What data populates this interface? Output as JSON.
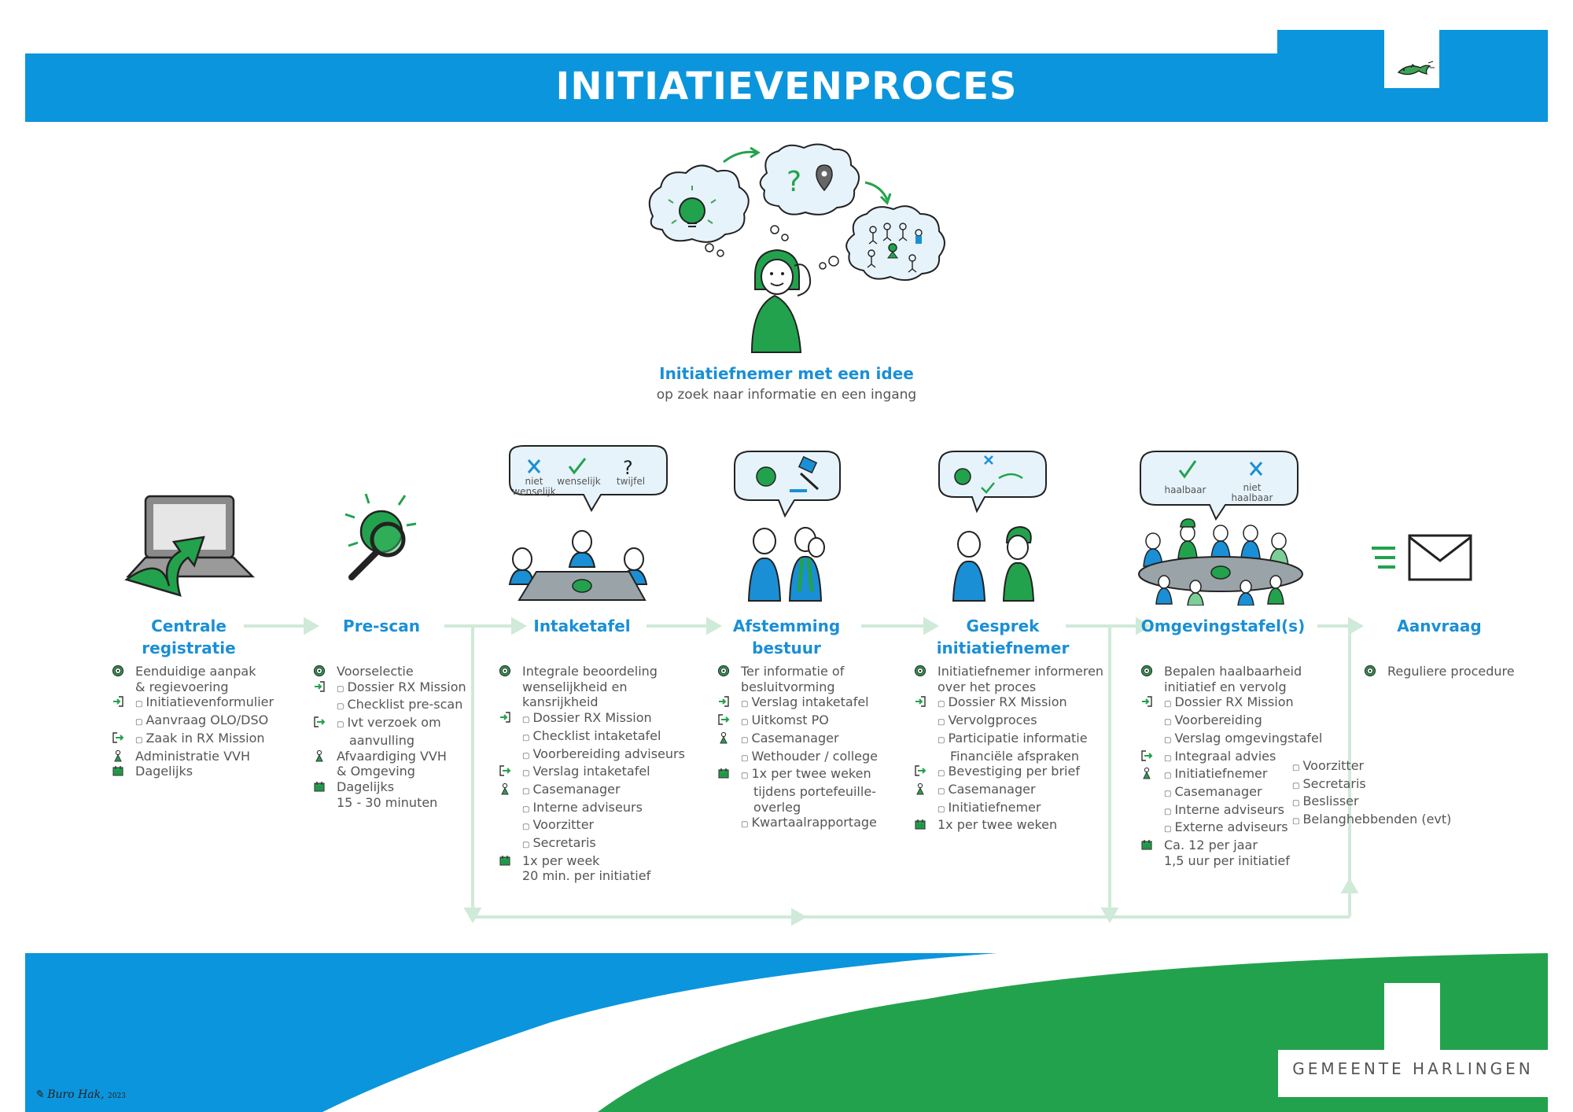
{
  "header": {
    "title": "INITIATIEVENPROCES"
  },
  "intro": {
    "title": "Initiatiefnemer met een idee",
    "subtitle": "op zoek naar informatie en een ingang"
  },
  "bubbles": {
    "intaketafel": {
      "a": "niet wenselijk",
      "b": "wenselijk",
      "c": "twijfel"
    },
    "omgevingstafel": {
      "a": "haalbaar",
      "b": "niet haalbaar"
    }
  },
  "steps": [
    {
      "title_lines": [
        "Centrale",
        "registratie"
      ],
      "lines": [
        {
          "icon": "target-icon",
          "text": "Eenduidige aanpak"
        },
        {
          "icon": "",
          "text": "& regievoering"
        },
        {
          "icon": "input-icon",
          "sq": true,
          "text": "Initiatievenformulier"
        },
        {
          "icon": "",
          "sq": true,
          "text": "Aanvraag OLO/DSO"
        },
        {
          "icon": "output-icon",
          "sq": true,
          "text": "Zaak in RX Mission"
        },
        {
          "icon": "person-icon",
          "text": "Administratie VVH"
        },
        {
          "icon": "calendar-icon",
          "text": "Dagelijks"
        }
      ]
    },
    {
      "title_lines": [
        "Pre-scan"
      ],
      "lines": [
        {
          "icon": "target-icon",
          "text": "Voorselectie"
        },
        {
          "icon": "input-icon",
          "sq": true,
          "text": "Dossier RX Mission"
        },
        {
          "icon": "",
          "sq": true,
          "text": "Checklist pre-scan"
        },
        {
          "icon": "output-icon",
          "sq": true,
          "text": "Ivt verzoek om"
        },
        {
          "icon": "",
          "text": "aanvulling",
          "deep": true
        },
        {
          "icon": "person-icon",
          "text": "Afvaardiging VVH"
        },
        {
          "icon": "",
          "text": "& Omgeving"
        },
        {
          "icon": "calendar-icon",
          "text": "Dagelijks"
        },
        {
          "icon": "",
          "text": "15 - 30 minuten"
        }
      ]
    },
    {
      "title_lines": [
        "Intaketafel"
      ],
      "lines": [
        {
          "icon": "target-icon",
          "text": "Integrale beoordeling"
        },
        {
          "icon": "",
          "text": "wenselijkheid en"
        },
        {
          "icon": "",
          "text": "kansrijkheid"
        },
        {
          "icon": "input-icon",
          "sq": true,
          "text": "Dossier RX Mission"
        },
        {
          "icon": "",
          "sq": true,
          "text": "Checklist intaketafel"
        },
        {
          "icon": "",
          "sq": true,
          "text": "Voorbereiding adviseurs"
        },
        {
          "icon": "output-icon",
          "sq": true,
          "text": "Verslag intaketafel"
        },
        {
          "icon": "person-icon",
          "sq": true,
          "text": "Casemanager"
        },
        {
          "icon": "",
          "sq": true,
          "text": "Interne adviseurs"
        },
        {
          "icon": "",
          "sq": true,
          "text": "Voorzitter"
        },
        {
          "icon": "",
          "sq": true,
          "text": "Secretaris"
        },
        {
          "icon": "calendar-icon",
          "text": "1x per week"
        },
        {
          "icon": "",
          "text": "20 min. per initiatief"
        }
      ]
    },
    {
      "title_lines": [
        "Afstemming",
        "bestuur"
      ],
      "lines": [
        {
          "icon": "target-icon",
          "text": "Ter informatie of"
        },
        {
          "icon": "",
          "text": "besluitvorming"
        },
        {
          "icon": "input-icon",
          "sq": true,
          "text": "Verslag intaketafel"
        },
        {
          "icon": "output-icon",
          "sq": true,
          "text": "Uitkomst PO"
        },
        {
          "icon": "person-icon",
          "sq": true,
          "text": "Casemanager"
        },
        {
          "icon": "",
          "sq": true,
          "text": "Wethouder / college"
        },
        {
          "icon": "calendar-icon",
          "sq": true,
          "text": "1x per twee weken"
        },
        {
          "icon": "",
          "text": "tijdens portefeuille-",
          "deep": true
        },
        {
          "icon": "",
          "text": "overleg",
          "deep": true
        },
        {
          "icon": "",
          "sq": true,
          "text": "Kwartaalrapportage"
        }
      ]
    },
    {
      "title_lines": [
        "Gesprek",
        "initiatiefnemer"
      ],
      "lines": [
        {
          "icon": "target-icon",
          "text": "Initiatiefnemer informeren"
        },
        {
          "icon": "",
          "text": "over het proces"
        },
        {
          "icon": "input-icon",
          "sq": true,
          "text": "Dossier RX Mission"
        },
        {
          "icon": "",
          "sq": true,
          "text": "Vervolgproces"
        },
        {
          "icon": "",
          "sq": true,
          "text": "Participatie informatie"
        },
        {
          "icon": "",
          "text": "Financiële afspraken",
          "deep": true
        },
        {
          "icon": "output-icon",
          "sq": true,
          "text": "Bevestiging per brief"
        },
        {
          "icon": "person-icon",
          "sq": true,
          "text": "Casemanager"
        },
        {
          "icon": "",
          "sq": true,
          "text": "Initiatiefnemer"
        },
        {
          "icon": "calendar-icon",
          "text": "1x per twee weken"
        }
      ]
    },
    {
      "title_lines": [
        "Omgevingstafel(s)"
      ],
      "lines": [
        {
          "icon": "target-icon",
          "text": "Bepalen haalbaarheid"
        },
        {
          "icon": "",
          "text": "initiatief en vervolg"
        },
        {
          "icon": "input-icon",
          "sq": true,
          "text": "Dossier RX Mission"
        },
        {
          "icon": "",
          "sq": true,
          "text": "Voorbereiding"
        },
        {
          "icon": "",
          "sq": true,
          "text": "Verslag omgevingstafel"
        },
        {
          "icon": "output-icon",
          "sq": true,
          "text": "Integraal advies"
        },
        {
          "icon": "person-icon",
          "sq": true,
          "text": "Initiatiefnemer"
        },
        {
          "icon": "",
          "sq": true,
          "text": "Casemanager"
        },
        {
          "icon": "",
          "sq": true,
          "text": "Interne adviseurs"
        },
        {
          "icon": "",
          "sq": true,
          "text": "Externe adviseurs"
        },
        {
          "icon": "calendar-icon",
          "text": "Ca. 12 per jaar"
        },
        {
          "icon": "",
          "text": "1,5 uur per initiatief"
        }
      ],
      "extra": [
        "Voorzitter",
        "Secretaris",
        "Beslisser",
        "Belanghebbenden (evt)"
      ]
    },
    {
      "title_lines": [
        "Aanvraag"
      ],
      "lines": [
        {
          "icon": "target-icon",
          "text": "Reguliere procedure"
        }
      ]
    }
  ],
  "footer": {
    "municipality": "GEMEENTE HARLINGEN",
    "credit": "Buro Hak,",
    "credit_year": "2023"
  },
  "colors": {
    "blue": "#0b95dc",
    "green": "#23a24d",
    "title_blue": "#1a8fd6",
    "arrow": "#cfead8"
  }
}
